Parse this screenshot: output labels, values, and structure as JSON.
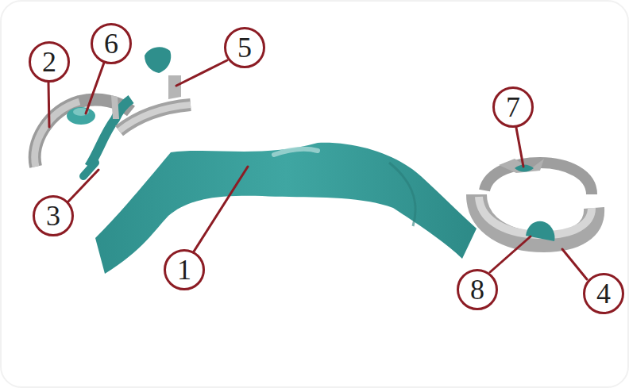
{
  "diagram": {
    "labels": [
      "2",
      "6",
      "5",
      "3",
      "1",
      "7",
      "8",
      "4"
    ]
  }
}
